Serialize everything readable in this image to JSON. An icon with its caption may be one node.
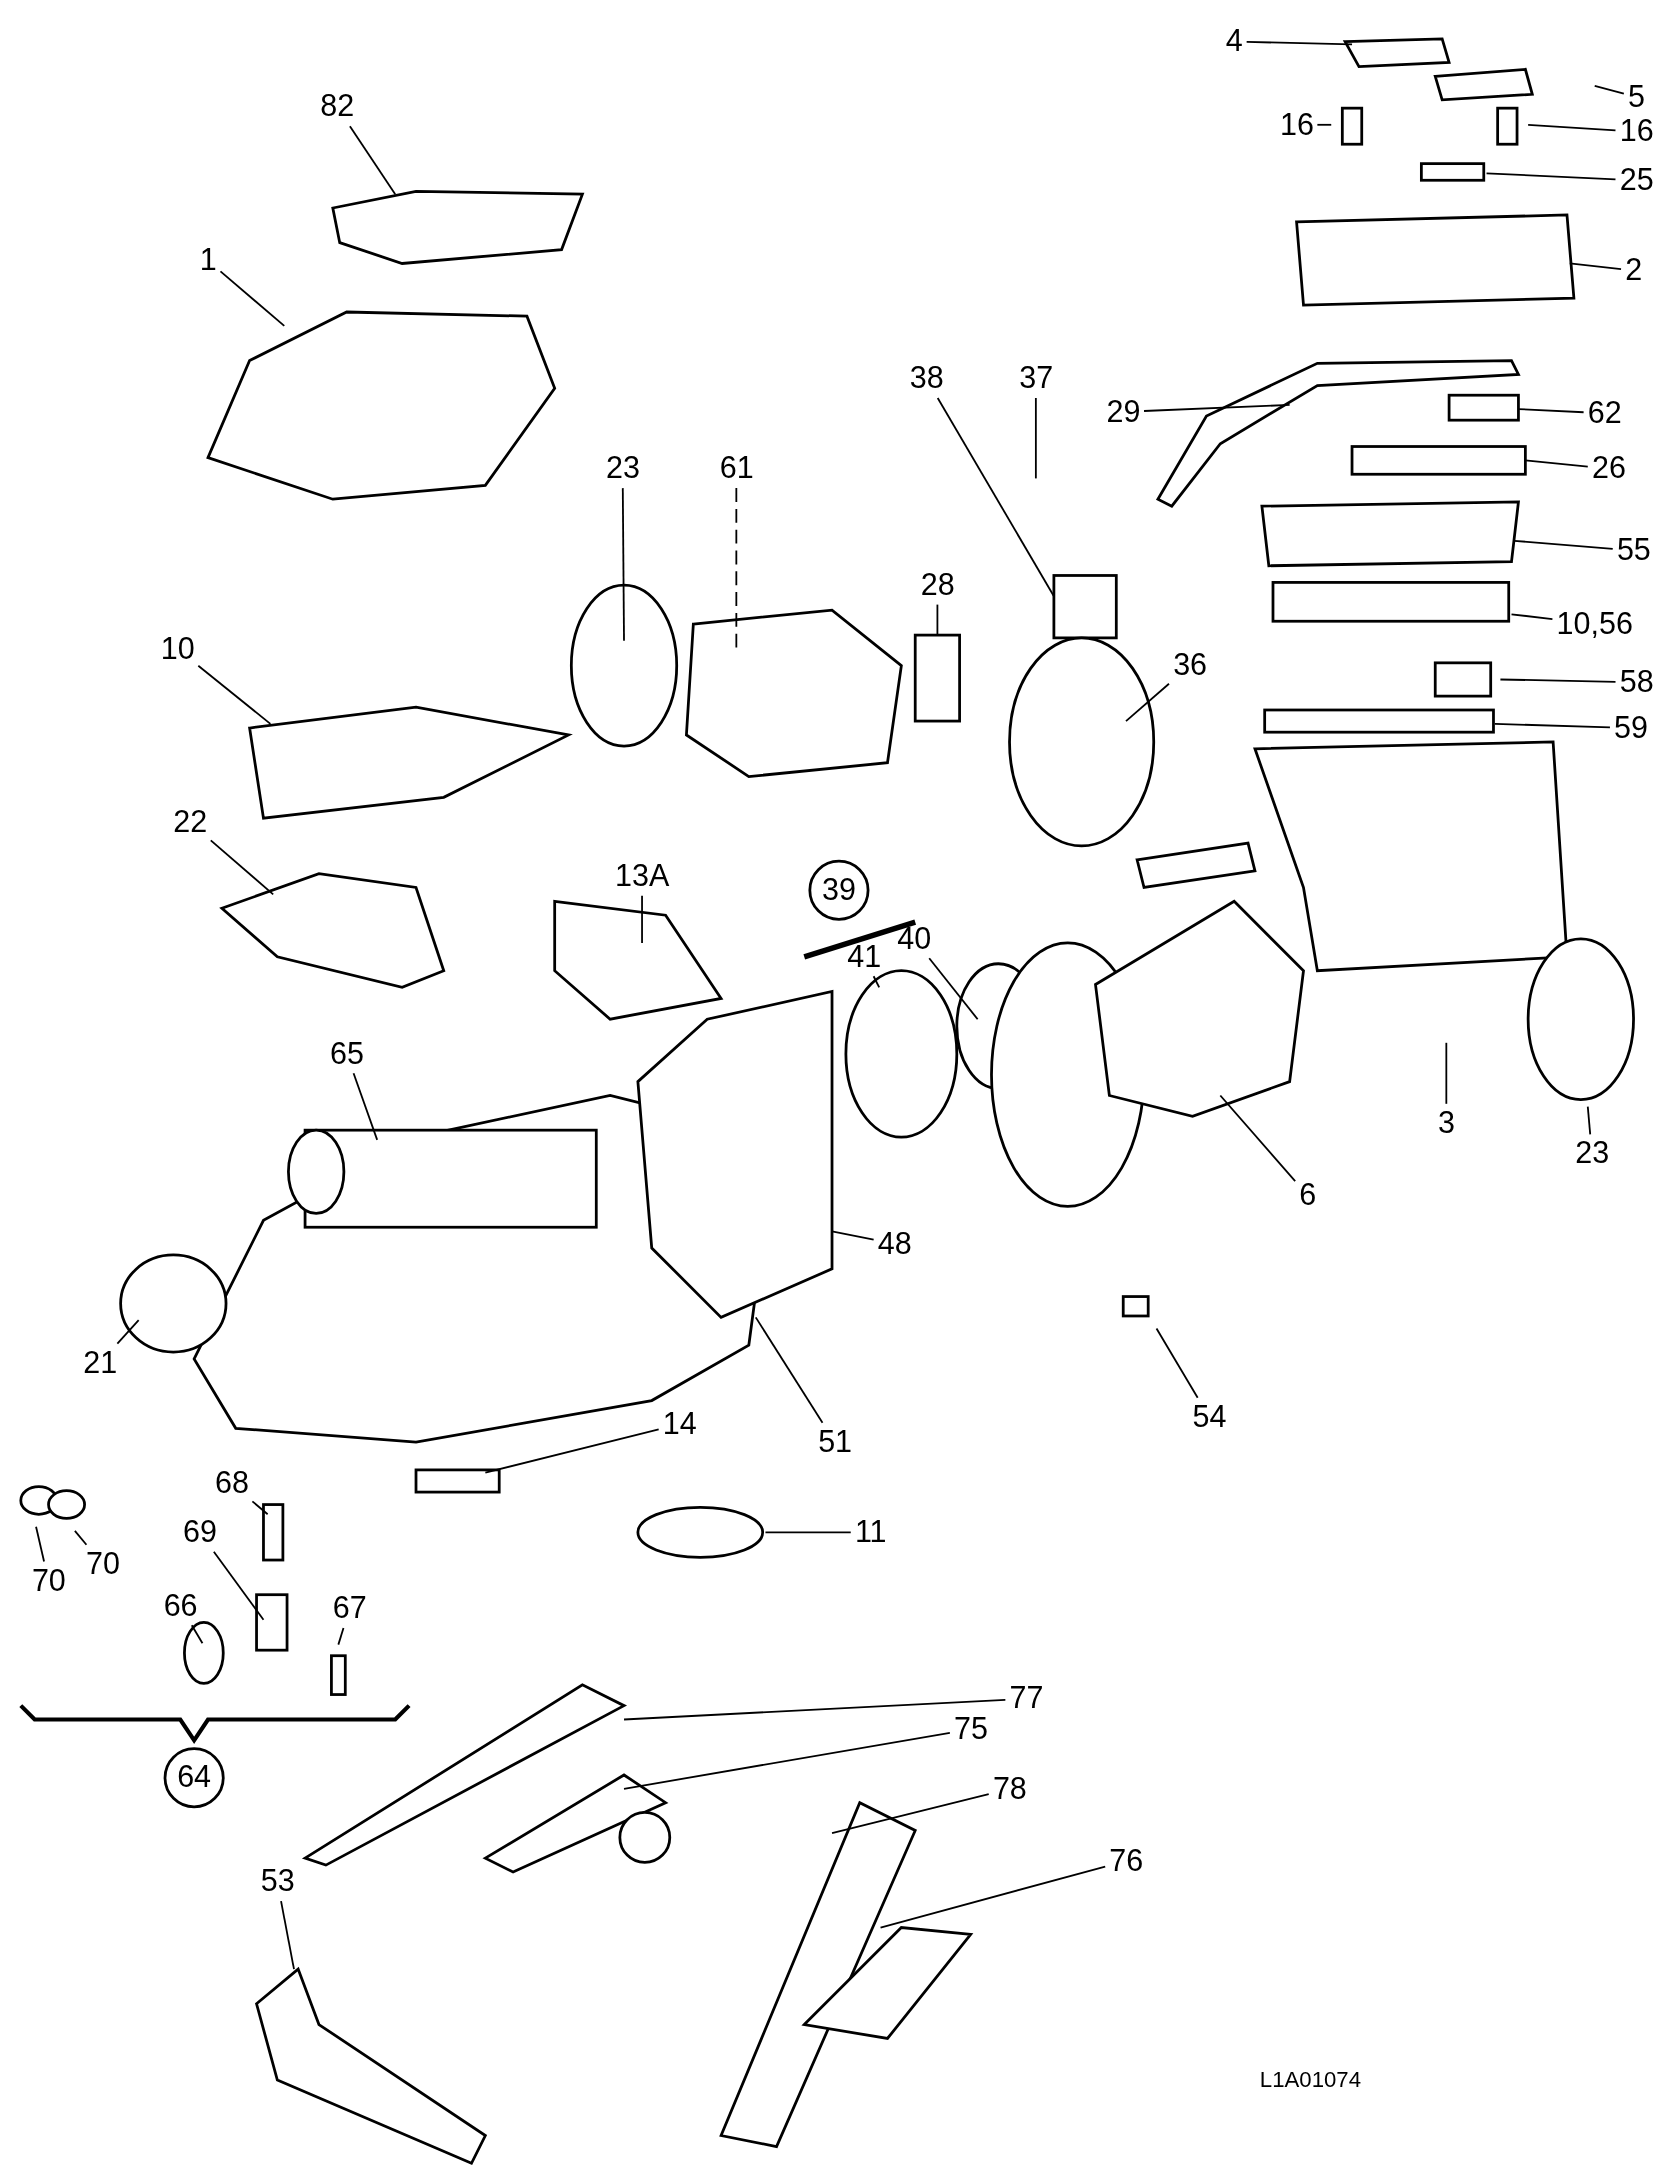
{
  "diagram": {
    "nodes": [
      {
        "text": [
          "4"
        ]
      },
      {
        "text": [
          "82"
        ]
      },
      {
        "text": [
          "5"
        ]
      },
      {
        "text": [
          "16"
        ]
      },
      {
        "text": [
          "16"
        ]
      },
      {
        "text": [
          "25"
        ]
      },
      {
        "text": [
          "1"
        ]
      },
      {
        "text": [
          "2"
        ]
      },
      {
        "text": [
          "38"
        ]
      },
      {
        "text": [
          "37"
        ]
      },
      {
        "text": [
          "29"
        ]
      },
      {
        "text": [
          "62"
        ]
      },
      {
        "text": [
          "61"
        ]
      },
      {
        "text": [
          "23"
        ]
      },
      {
        "text": [
          "26"
        ]
      },
      {
        "text": [
          "55"
        ]
      },
      {
        "text": [
          "28"
        ]
      },
      {
        "text": [
          "10,56"
        ]
      },
      {
        "text": [
          "36"
        ]
      },
      {
        "text": [
          "10"
        ]
      },
      {
        "text": [
          "58"
        ]
      },
      {
        "text": [
          "59"
        ]
      },
      {
        "text": [
          "22"
        ]
      },
      {
        "text": [
          "13A"
        ]
      },
      {
        "text": [
          "40"
        ]
      },
      {
        "text": [
          "41"
        ]
      },
      {
        "text": [
          "3"
        ]
      },
      {
        "text": [
          "23"
        ]
      },
      {
        "text": [
          "65"
        ]
      },
      {
        "text": [
          "6"
        ]
      },
      {
        "text": [
          "48"
        ]
      },
      {
        "text": [
          "21"
        ]
      },
      {
        "text": [
          "51"
        ]
      },
      {
        "text": [
          "54"
        ]
      },
      {
        "text": [
          "14"
        ]
      },
      {
        "text": [
          "11"
        ]
      },
      {
        "text": [
          "68"
        ]
      },
      {
        "text": [
          "70"
        ]
      },
      {
        "text": [
          "70"
        ]
      },
      {
        "text": [
          "69"
        ]
      },
      {
        "text": [
          "66"
        ]
      },
      {
        "text": [
          "67"
        ]
      },
      {
        "text": [
          "77"
        ]
      },
      {
        "text": [
          "75"
        ]
      },
      {
        "text": [
          "78"
        ]
      },
      {
        "text": [
          "76"
        ]
      },
      {
        "text": [
          "53"
        ]
      }
    ],
    "edges": [
      {
        "from": 0,
        "to": null,
        "arrow": "none"
      },
      {
        "from": 1,
        "to": null,
        "arrow": "none"
      },
      {
        "from": 2,
        "to": null,
        "arrow": "none"
      },
      {
        "from": 3,
        "to": null,
        "arrow": "none"
      },
      {
        "from": 4,
        "to": null,
        "arrow": "none"
      },
      {
        "from": 5,
        "to": null,
        "arrow": "none"
      },
      {
        "from": 6,
        "to": null,
        "arrow": "none"
      },
      {
        "from": 7,
        "to": null,
        "arrow": "none"
      },
      {
        "from": 8,
        "to": null,
        "arrow": "none"
      },
      {
        "from": 9,
        "to": null,
        "arrow": "none"
      },
      {
        "from": 10,
        "to": null,
        "arrow": "none"
      },
      {
        "from": 11,
        "to": null,
        "arrow": "none"
      },
      {
        "from": 12,
        "to": null,
        "arrow": "none",
        "style": "dashed"
      },
      {
        "from": 13,
        "to": null,
        "arrow": "none"
      },
      {
        "from": 14,
        "to": null,
        "arrow": "none"
      },
      {
        "from": 15,
        "to": null,
        "arrow": "none"
      },
      {
        "from": 16,
        "to": null,
        "arrow": "none"
      },
      {
        "from": 17,
        "to": null,
        "arrow": "none"
      },
      {
        "from": 18,
        "to": null,
        "arrow": "none"
      },
      {
        "from": 19,
        "to": null,
        "arrow": "none"
      },
      {
        "from": 20,
        "to": null,
        "arrow": "none"
      },
      {
        "from": 21,
        "to": null,
        "arrow": "none"
      },
      {
        "from": 22,
        "to": null,
        "arrow": "none"
      },
      {
        "from": 23,
        "to": null,
        "arrow": "none"
      },
      {
        "from": 24,
        "to": null,
        "arrow": "none"
      },
      {
        "from": 25,
        "to": null,
        "arrow": "none"
      },
      {
        "from": 26,
        "to": null,
        "arrow": "none"
      },
      {
        "from": 27,
        "to": null,
        "arrow": "none"
      },
      {
        "from": 28,
        "to": null,
        "arrow": "none"
      },
      {
        "from": 29,
        "to": null,
        "arrow": "none"
      },
      {
        "from": 30,
        "to": null,
        "arrow": "none"
      },
      {
        "from": 31,
        "to": null,
        "arrow": "none"
      },
      {
        "from": 32,
        "to": null,
        "arrow": "none"
      },
      {
        "from": 33,
        "to": null,
        "arrow": "none"
      },
      {
        "from": 34,
        "to": null,
        "arrow": "none"
      },
      {
        "from": 35,
        "to": null,
        "arrow": "none"
      },
      {
        "from": 36,
        "to": null,
        "arrow": "none"
      },
      {
        "from": 37,
        "to": null,
        "arrow": "none"
      },
      {
        "from": 38,
        "to": null,
        "arrow": "none"
      },
      {
        "from": 39,
        "to": null,
        "arrow": "none"
      },
      {
        "from": 40,
        "to": null,
        "arrow": "none"
      },
      {
        "from": 41,
        "to": null,
        "arrow": "none"
      },
      {
        "from": 42,
        "to": null,
        "arrow": "none"
      },
      {
        "from": 43,
        "to": null,
        "arrow": "none"
      },
      {
        "from": 44,
        "to": null,
        "arrow": "none"
      },
      {
        "from": 45,
        "to": null,
        "arrow": "none"
      },
      {
        "from": 46,
        "to": null,
        "arrow": "none"
      }
    ],
    "labels": [
      "39",
      "64",
      "L1A01074"
    ]
  }
}
